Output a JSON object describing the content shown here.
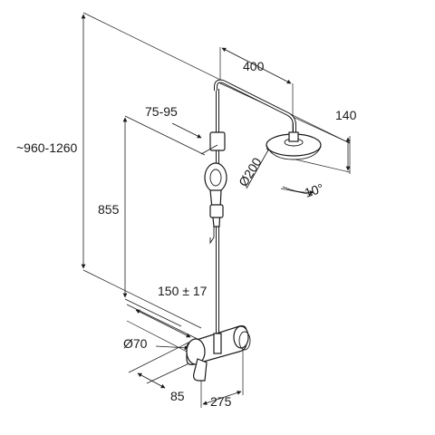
{
  "dimensions": {
    "overall_height": "~960-1260",
    "arm_length": "400",
    "head_drop": "140",
    "hand_shower_offset": "75-95",
    "head_diameter": "Ø200",
    "head_angle": "10°",
    "mixer_height": "855",
    "inlet_spacing": "150 ± 17",
    "escutcheon_diameter": "Ø70",
    "lever_depth": "85",
    "wall_projection": "275"
  }
}
